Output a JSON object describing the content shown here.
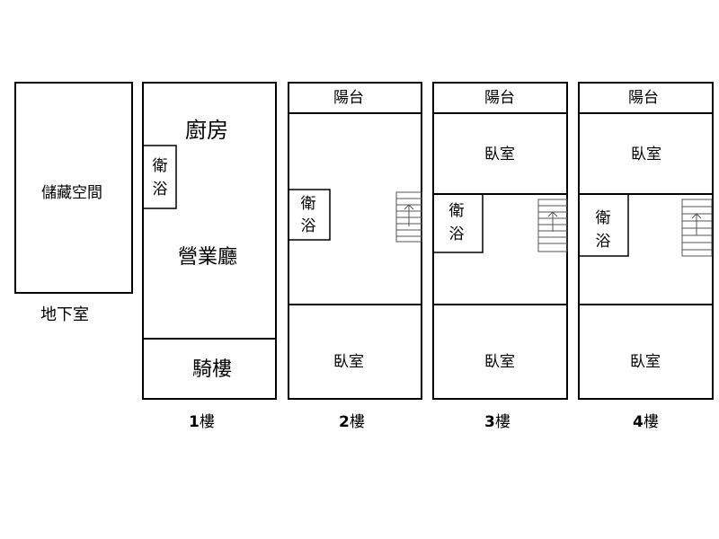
{
  "basement": {
    "storage": "儲藏空間",
    "label": "地下室"
  },
  "floor1": {
    "kitchen": "廚房",
    "bath_line1": "衛",
    "bath_line2": "浴",
    "business_hall": "營業廳",
    "arcade": "騎樓",
    "label_num": "1",
    "label_unit": "樓"
  },
  "floor2": {
    "balcony": "陽台",
    "bath_line1": "衛",
    "bath_line2": "浴",
    "bedroom": "臥室",
    "label_num": "2",
    "label_unit": "樓"
  },
  "floor3": {
    "balcony": "陽台",
    "bedroom_top": "臥室",
    "bath_line1": "衛",
    "bath_line2": "浴",
    "bedroom_bottom": "臥室",
    "label_num": "3",
    "label_unit": "樓"
  },
  "floor4": {
    "balcony": "陽台",
    "bedroom_top": "臥室",
    "bath_line1": "衛",
    "bath_line2": "浴",
    "bedroom_bottom": "臥室",
    "label_num": "4",
    "label_unit": "樓"
  },
  "icons": [
    "stair-icon"
  ]
}
